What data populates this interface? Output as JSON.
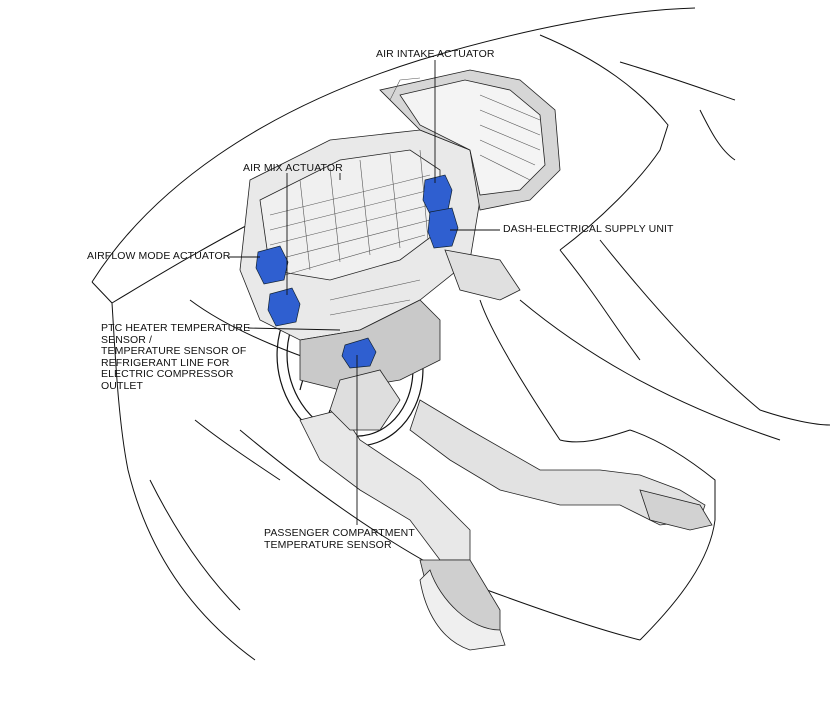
{
  "labels": {
    "air_intake_actuator": "AIR INTAKE ACTUATOR",
    "air_mix_actuator": "AIR MIX ACTUATOR",
    "dash_electrical_supply_unit": "DASH-ELECTRICAL SUPPLY UNIT",
    "airflow_mode_actuator": "AIRFLOW MODE ACTUATOR",
    "ptc_sensor_lines": [
      "PTC HEATER TEMPERATURE",
      "SENSOR /",
      "TEMPERATURE SENSOR OF",
      "REFRIGERANT LINE FOR",
      "ELECTRIC COMPRESSOR",
      "OUTLET"
    ],
    "passenger_sensor_lines": [
      "PASSENGER COMPARTMENT",
      "TEMPERATURE SENSOR"
    ]
  },
  "colors": {
    "line": "#111111",
    "body_fill": "#e6e6e6",
    "body_dark": "#b9b9b9",
    "highlight_blue": "#2f5fd0"
  }
}
